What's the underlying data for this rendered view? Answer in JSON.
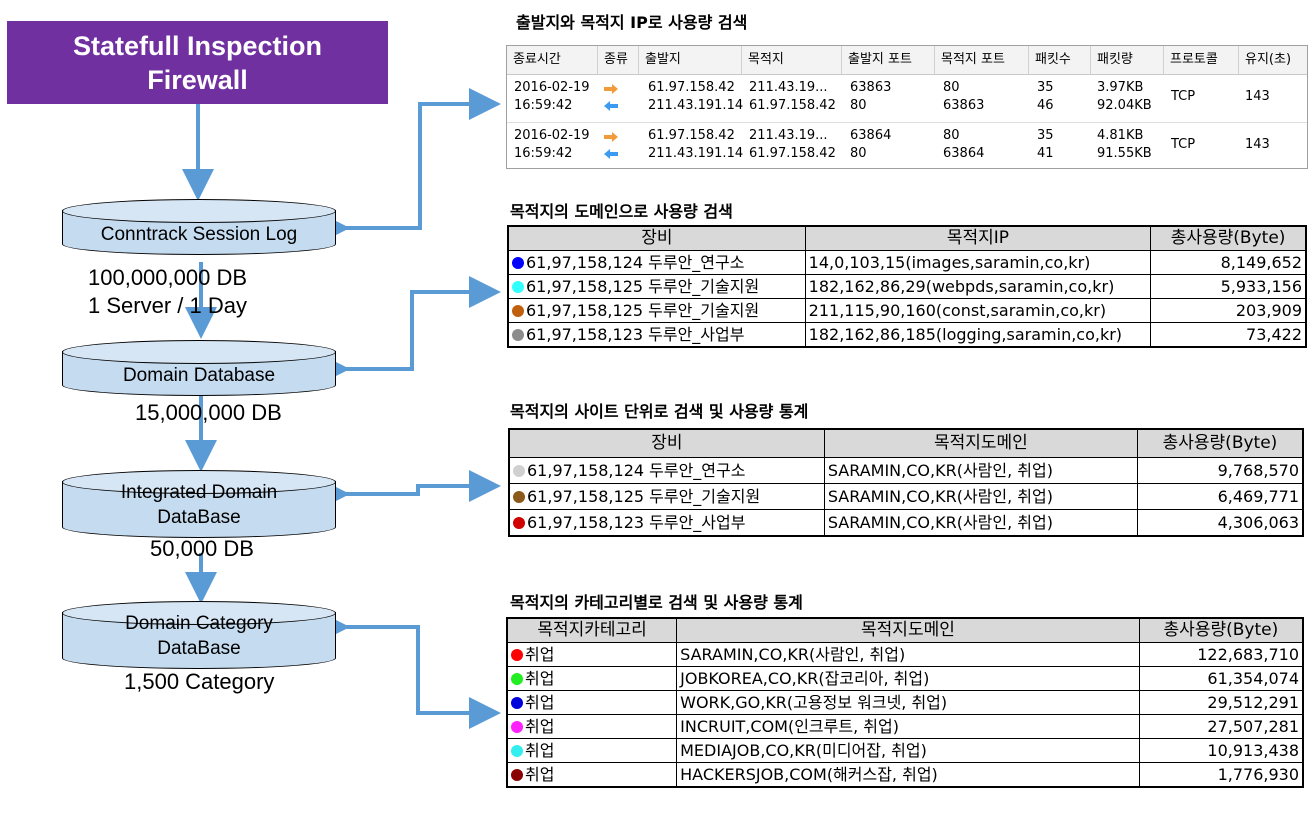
{
  "banner": {
    "line1": "Statefull Inspection",
    "line2": "Firewall"
  },
  "databases": [
    {
      "label": "Conntrack Session Log",
      "caption1": "100,000,000 DB",
      "caption2": "1 Server / 1 Day"
    },
    {
      "label": "Domain Database",
      "caption1": "15,000,000 DB"
    },
    {
      "label1": "Integrated Domain",
      "label2": "DataBase",
      "caption1": "50,000 DB"
    },
    {
      "label1": "Domain Category",
      "label2": "DataBase",
      "caption1": "1,500 Category"
    }
  ],
  "colors": {
    "banner": "#7030a0",
    "arrow": "#5b9bd5",
    "cylinder": "#c5dbf0"
  },
  "session": {
    "heading": "출발지와 목적지 IP로 사용량 검색",
    "columns": [
      "종료시간",
      "종류",
      "출발지",
      "목적지",
      "출발지 포트",
      "목적지 포트",
      "패킷수",
      "패킷량",
      "프로토콜",
      "유지(초)"
    ],
    "rows": [
      {
        "time1": "2016-02-19",
        "time2": "16:59:42",
        "src1": "61.97.158.42",
        "src2": "211.43.191.14",
        "dst1": "211.43.19...",
        "dst2": "61.97.158.42",
        "sport1": "63863",
        "sport2": "80",
        "dport1": "80",
        "dport2": "63863",
        "pk1": "35",
        "pk2": "46",
        "bytes1": "3.97KB",
        "bytes2": "92.04KB",
        "proto": "TCP",
        "keep": "143"
      },
      {
        "time1": "2016-02-19",
        "time2": "16:59:42",
        "src1": "61.97.158.42",
        "src2": "211.43.191.14",
        "dst1": "211.43.19...",
        "dst2": "61.97.158.42",
        "sport1": "63864",
        "sport2": "80",
        "dport1": "80",
        "dport2": "63864",
        "pk1": "35",
        "pk2": "41",
        "bytes1": "4.81KB",
        "bytes2": "91.55KB",
        "proto": "TCP",
        "keep": "143"
      }
    ]
  },
  "domain_table": {
    "heading": "목적지의 도메인으로 사용량 검색",
    "columns": [
      "장비",
      "목적지IP",
      "총사용량(Byte)"
    ],
    "rows": [
      {
        "color": "#0000ff",
        "device": "61,97,158,124 두루안_연구소",
        "ip": "14,0,103,15(images,saramin,co,kr)",
        "usage": "8,149,652"
      },
      {
        "color": "#33ffff",
        "device": "61,97,158,125 두루안_기술지원",
        "ip": "182,162,86,29(webpds,saramin,co,kr)",
        "usage": "5,933,156"
      },
      {
        "color": "#c0600f",
        "device": "61,97,158,125 두루안_기술지원",
        "ip": "211,115,90,160(const,saramin,co,kr)",
        "usage": "203,909"
      },
      {
        "color": "#8c8c8c",
        "device": "61,97,158,123 두루안_사업부",
        "ip": "182,162,86,185(logging,saramin,co,kr)",
        "usage": "73,422"
      }
    ]
  },
  "site_table": {
    "heading": "목적지의 사이트 단위로 검색 및 사용량 통계",
    "columns": [
      "장비",
      "목적지도메인",
      "총사용량(Byte)"
    ],
    "rows": [
      {
        "color": "#d0d0d0",
        "device": "61,97,158,124 두루안_연구소",
        "domain": "SARAMIN,CO,KR(사람인, 취업)",
        "usage": "9,768,570"
      },
      {
        "color": "#8b5a1b",
        "device": "61,97,158,125 두루안_기술지원",
        "domain": "SARAMIN,CO,KR(사람인, 취업)",
        "usage": "6,469,771"
      },
      {
        "color": "#d00000",
        "device": "61,97,158,123 두루안_사업부",
        "domain": "SARAMIN,CO,KR(사람인, 취업)",
        "usage": "4,306,063"
      }
    ]
  },
  "category_table": {
    "heading": "목적지의 카테고리별로 검색 및 사용량 통계",
    "columns": [
      "목적지카테고리",
      "목적지도메인",
      "총사용량(Byte)"
    ],
    "rows": [
      {
        "color": "#ff0000",
        "category": "취업",
        "domain": "SARAMIN,CO,KR(사람인, 취업)",
        "usage": "122,683,710"
      },
      {
        "color": "#22ee22",
        "category": "취업",
        "domain": "JOBKOREA,CO,KR(잡코리아, 취업)",
        "usage": "61,354,074"
      },
      {
        "color": "#0000dd",
        "category": "취업",
        "domain": "WORK,GO,KR(고용정보 워크넷, 취업)",
        "usage": "29,512,291"
      },
      {
        "color": "#ff22ff",
        "category": "취업",
        "domain": "INCRUIT,COM(인크루트, 취업)",
        "usage": "27,507,281"
      },
      {
        "color": "#33eeee",
        "category": "취업",
        "domain": "MEDIAJOB,CO,KR(미디어잡, 취업)",
        "usage": "10,913,438"
      },
      {
        "color": "#8b0000",
        "category": "취업",
        "domain": "HACKERSJOB,COM(해커스잡, 취업)",
        "usage": "1,776,930"
      }
    ]
  }
}
